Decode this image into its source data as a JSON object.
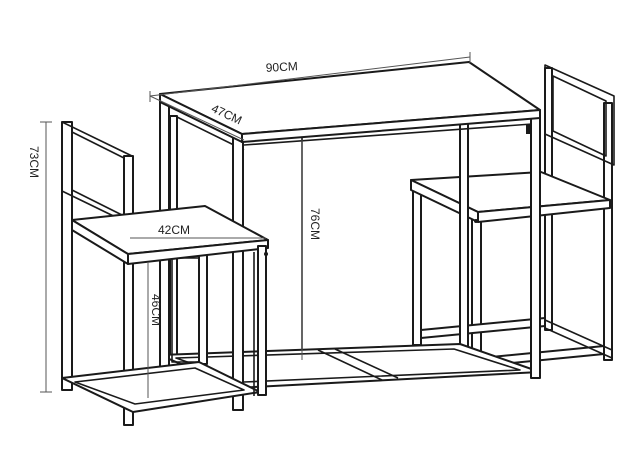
{
  "dimensions": {
    "table_width": "90CM",
    "table_depth": "47CM",
    "table_height": "76CM",
    "chair_total_height": "73CM",
    "chair_seat_width": "42CM",
    "chair_seat_height": "46CM"
  }
}
